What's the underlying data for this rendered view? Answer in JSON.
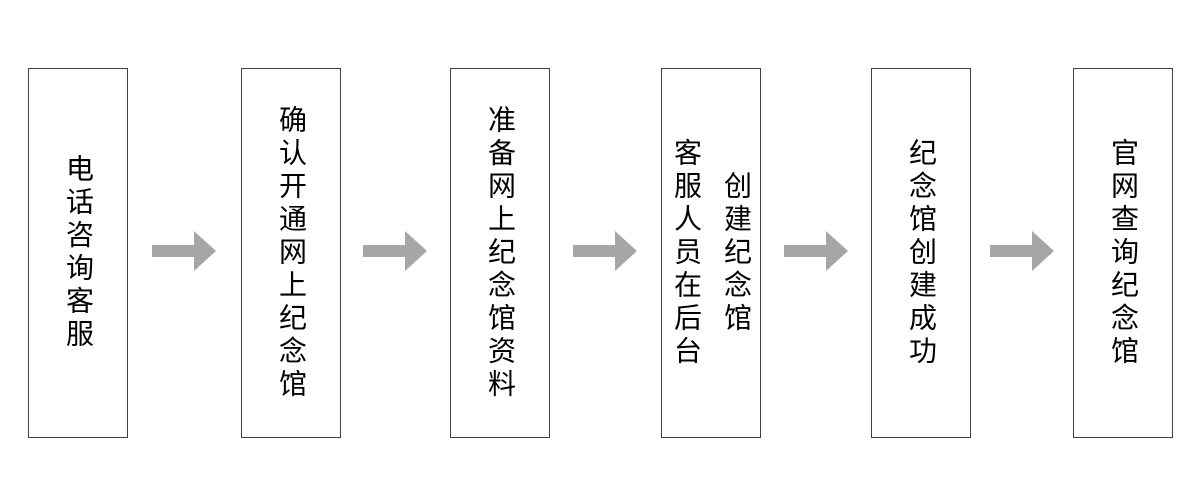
{
  "flowchart": {
    "background": "#ffffff",
    "box_border_color": "#404040",
    "text_color": "#000000",
    "arrow_color": "#a6a6a6",
    "steps": [
      {
        "columns": [
          "电话咨询客服"
        ]
      },
      {
        "columns": [
          "确认开通网上纪念馆"
        ]
      },
      {
        "columns": [
          "准备网上纪念馆资料"
        ]
      },
      {
        "columns": [
          "客服人员在后台",
          "创建纪念馆"
        ]
      },
      {
        "columns": [
          "纪念馆创建成功"
        ]
      },
      {
        "columns": [
          "官网查询纪念馆"
        ]
      }
    ]
  }
}
